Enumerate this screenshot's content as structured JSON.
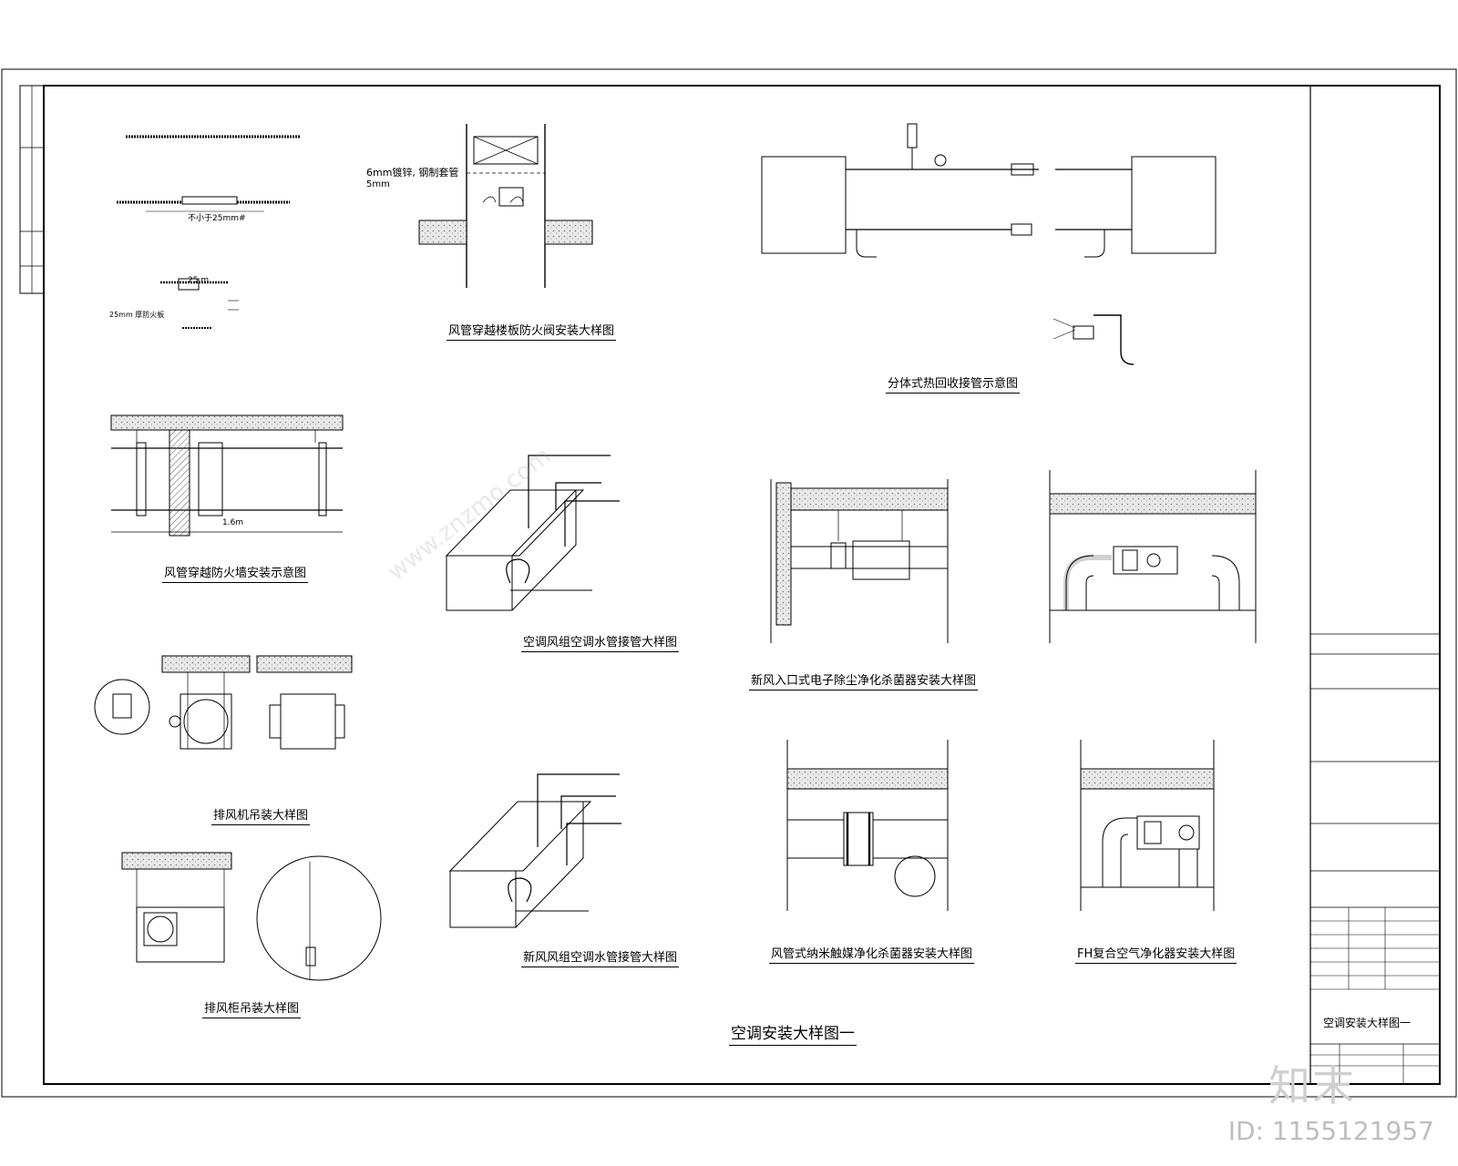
{
  "sheet_title": "空调安装大样图一",
  "titleblock_title": "空调安装大样图一",
  "annotations": {
    "fire_board_dim": "25mm",
    "fire_board_dim2": "25 m",
    "board_6mm": "6mm镀锌, 钢制套管",
    "board_5mm": "5mm",
    "dim_16m": "1.6m"
  },
  "details": [
    {
      "caption": "风管穿越楼板防火阀安装大样图"
    },
    {
      "caption": "分体式热回收接管示意图"
    },
    {
      "caption": "风管穿越防火墙安装示意图"
    },
    {
      "caption": "空调风组空调水管接管大样图"
    },
    {
      "caption": "新风入口式电子除尘净化杀菌器安装大样图"
    },
    {
      "caption": "排风机吊装大样图"
    },
    {
      "caption": "新风风组空调水管接管大样图"
    },
    {
      "caption": "风管式纳米触媒净化杀菌器安装大样图"
    },
    {
      "caption": "FH复合空气净化器安装大样图"
    },
    {
      "caption": "排风柜吊装大样图"
    }
  ],
  "watermark": {
    "logo": "知末",
    "id": "ID: 1155121957",
    "site": "www.znzmo.com"
  },
  "colors": {
    "line": "#000000",
    "concrete": "#d8d8d8",
    "watermark": "#cfcfcf"
  }
}
